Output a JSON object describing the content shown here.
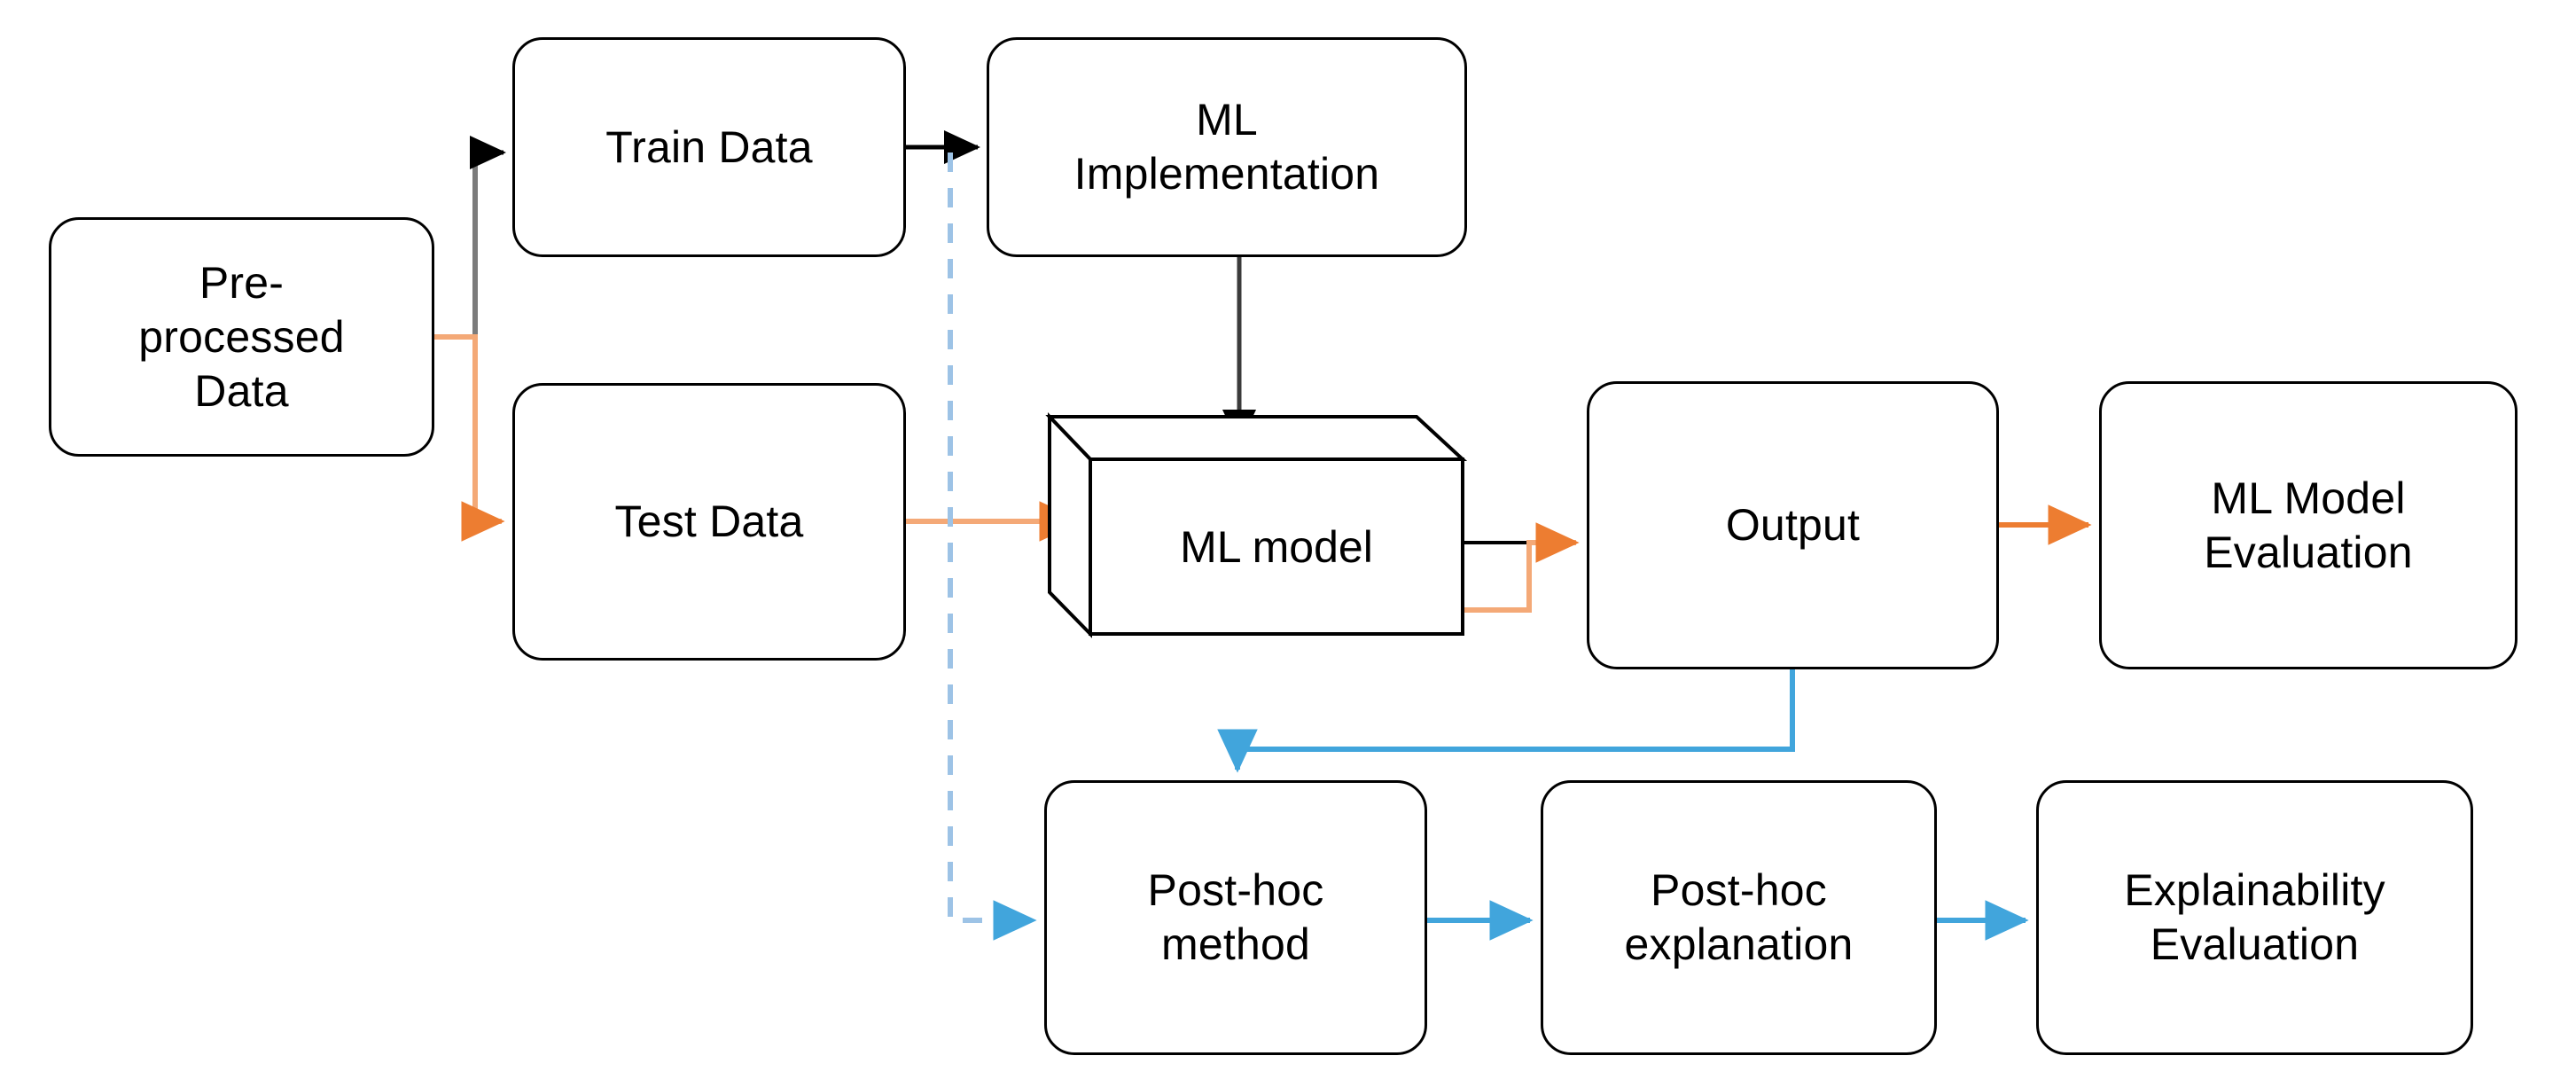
{
  "diagram": {
    "title": "ML workflow with post-hoc explainability",
    "colors": {
      "box_border": "#000000",
      "box_fill": "#ffffff",
      "arrow_black": "#000000",
      "arrow_gray": "#7f7f7f",
      "arrow_orange": "#ED7D31",
      "arrow_orange_light": "#F4A977",
      "arrow_blue": "#41A5DC",
      "arrow_blue_dashed": "#9DC3E6",
      "text": "#000000"
    },
    "nodes": [
      {
        "id": "preprocessed-data",
        "label": "Pre-\nprocessed\nData",
        "shape": "rounded-rect"
      },
      {
        "id": "train-data",
        "label": "Train Data",
        "shape": "rounded-rect"
      },
      {
        "id": "ml-implementation",
        "label": "ML\nImplementation",
        "shape": "rounded-rect"
      },
      {
        "id": "test-data",
        "label": "Test Data",
        "shape": "rounded-rect"
      },
      {
        "id": "ml-model",
        "label": "ML model",
        "shape": "cube-3d"
      },
      {
        "id": "output",
        "label": "Output",
        "shape": "rounded-rect"
      },
      {
        "id": "ml-model-evaluation",
        "label": "ML Model\nEvaluation",
        "shape": "rounded-rect"
      },
      {
        "id": "post-hoc-method",
        "label": "Post-hoc\nmethod",
        "shape": "rounded-rect"
      },
      {
        "id": "post-hoc-explanation",
        "label": "Post-hoc\nexplanation",
        "shape": "rounded-rect"
      },
      {
        "id": "explainability-evaluation",
        "label": "Explainability\nEvaluation",
        "shape": "rounded-rect"
      }
    ],
    "edges": [
      {
        "id": "preprocessed-to-train",
        "from": "preprocessed-data",
        "to": "train-data",
        "color": "#3B3B3B",
        "style": "solid"
      },
      {
        "id": "preprocessed-to-test",
        "from": "preprocessed-data",
        "to": "test-data",
        "color": "#F4A977",
        "style": "solid"
      },
      {
        "id": "train-to-ml-implementation",
        "from": "train-data",
        "to": "ml-implementation",
        "color": "#000000",
        "style": "solid"
      },
      {
        "id": "ml-implementation-to-ml-model",
        "from": "ml-implementation",
        "to": "ml-model",
        "color": "#3B3B3B",
        "style": "solid"
      },
      {
        "id": "test-to-ml-model",
        "from": "test-data",
        "to": "ml-model",
        "color": "#F4A977",
        "style": "solid"
      },
      {
        "id": "ml-model-to-output",
        "from": "ml-model",
        "to": "output",
        "color": "#F4A977",
        "style": "solid"
      },
      {
        "id": "output-to-ml-model-evaluation",
        "from": "output",
        "to": "ml-model-evaluation",
        "color": "#ED7D31",
        "style": "solid"
      },
      {
        "id": "output-to-post-hoc-method",
        "from": "output",
        "to": "post-hoc-method",
        "color": "#41A5DC",
        "style": "solid"
      },
      {
        "id": "train-to-post-hoc-method",
        "from": "train-data",
        "to": "post-hoc-method",
        "color": "#9DC3E6",
        "style": "dashed"
      },
      {
        "id": "post-hoc-method-to-explanation",
        "from": "post-hoc-method",
        "to": "post-hoc-explanation",
        "color": "#41A5DC",
        "style": "solid"
      },
      {
        "id": "explanation-to-evaluation",
        "from": "post-hoc-explanation",
        "to": "explainability-evaluation",
        "color": "#41A5DC",
        "style": "solid"
      }
    ]
  }
}
